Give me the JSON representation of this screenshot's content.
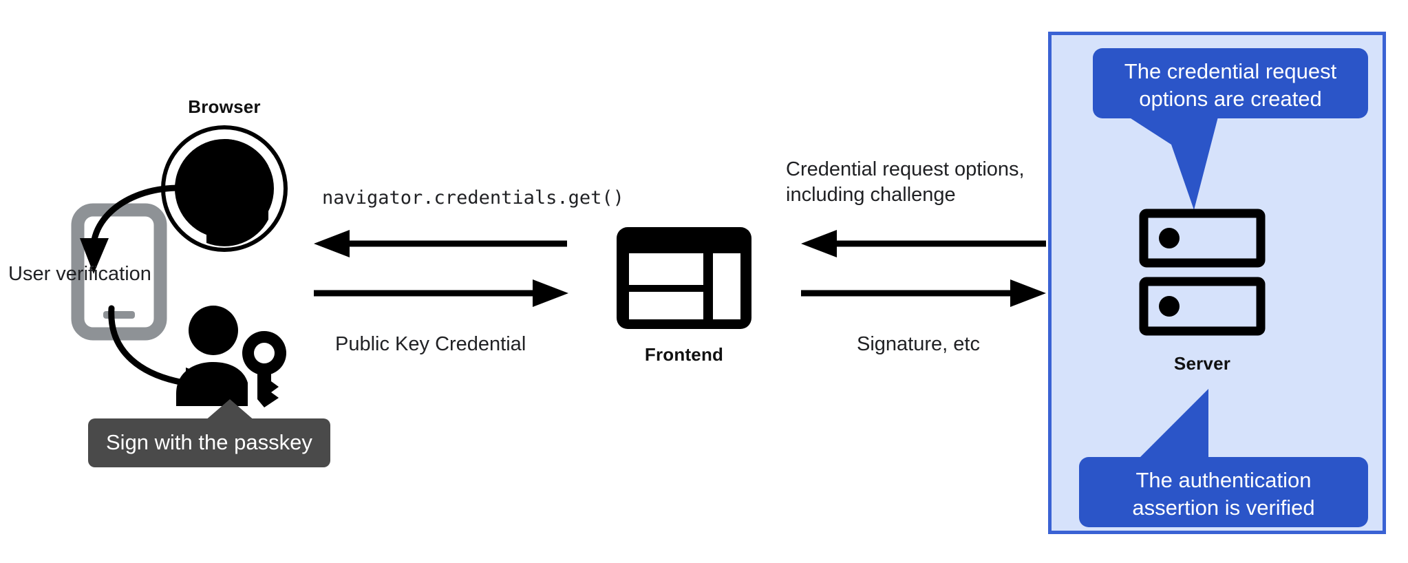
{
  "diagram": {
    "title": "WebAuthn passkey authentication flow",
    "colors": {
      "panel_background": "#d6e2fb",
      "panel_border": "#3a62d4",
      "callout_blue": "#2b55c8",
      "tooltip_gray": "#4a4a4a",
      "icon_black": "#000000",
      "phone_gray": "#8e9296",
      "text_dark": "#202124",
      "canvas": "#ffffff"
    }
  },
  "nodes": {
    "browser": {
      "label": "Browser",
      "icon": "globe-icon"
    },
    "frontend": {
      "label": "Frontend",
      "icon": "web-page-icon"
    },
    "server": {
      "label": "Server",
      "icon": "server-rack-icon"
    },
    "phone": {
      "icon": "smartphone-icon"
    },
    "user": {
      "icon": "person-with-key-icon"
    }
  },
  "edges": {
    "browser_to_frontend_request": {
      "label": "navigator.credentials.get()",
      "direction": "left",
      "style": "monospace"
    },
    "frontend_to_browser_credential": {
      "label": "Public Key Credential",
      "direction": "right"
    },
    "server_to_frontend_options": {
      "label": "Credential request options,\ninclud​ing challenge",
      "direction": "left"
    },
    "frontend_to_server_signature": {
      "label": "Signature, etc",
      "direction": "right"
    }
  },
  "annotations": {
    "user_verification": {
      "label": "User verification"
    },
    "sign_tooltip": {
      "label": "Sign with the passkey"
    },
    "callout_top": {
      "label": "The credential request\noptions are created"
    },
    "callout_bottom": {
      "label": "The authentication\nassertion is verified"
    }
  }
}
